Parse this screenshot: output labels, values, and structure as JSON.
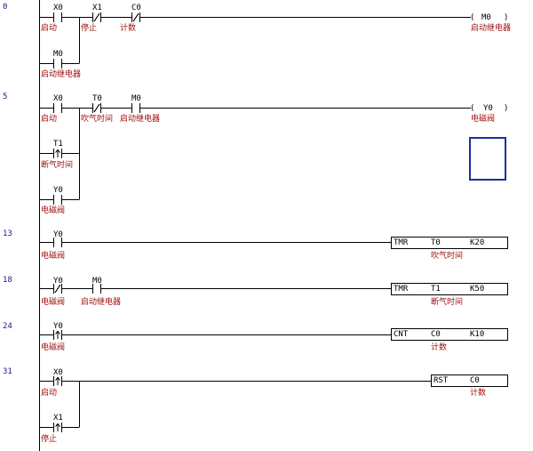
{
  "steps": [
    "0",
    "5",
    "13",
    "18",
    "24",
    "31"
  ],
  "rung0": {
    "x0": {
      "device": "X0",
      "comment": "启动"
    },
    "x1": {
      "device": "X1",
      "comment": "停止"
    },
    "c0": {
      "device": "C0",
      "comment": "计数"
    },
    "m0_contact": {
      "device": "M0",
      "comment": "启动继电器"
    },
    "coil": {
      "device": "M0",
      "comment": "启动继电器"
    }
  },
  "rung5": {
    "x0": {
      "device": "X0",
      "comment": "启动"
    },
    "t0": {
      "device": "T0",
      "comment": "吹气时间"
    },
    "m0": {
      "device": "M0",
      "comment": "启动继电器"
    },
    "t1": {
      "device": "T1",
      "comment": "断气时间"
    },
    "y0_contact": {
      "device": "Y0",
      "comment": "电磁阀"
    },
    "coil": {
      "device": "Y0",
      "comment": "电磁阀"
    }
  },
  "rung13": {
    "y0": {
      "device": "Y0",
      "comment": "电磁阀"
    },
    "instr": {
      "op": "TMR",
      "arg1": "T0",
      "arg2": "K20",
      "comment": "吹气时间"
    }
  },
  "rung18": {
    "y0": {
      "device": "Y0",
      "comment": "电磁阀"
    },
    "m0": {
      "device": "M0",
      "comment": "启动继电器"
    },
    "instr": {
      "op": "TMR",
      "arg1": "T1",
      "arg2": "K50",
      "comment": "断气时间"
    }
  },
  "rung24": {
    "y0": {
      "device": "Y0",
      "comment": "电磁阀"
    },
    "instr": {
      "op": "CNT",
      "arg1": "C0",
      "arg2": "K10",
      "comment": "计数"
    }
  },
  "rung31": {
    "x0": {
      "device": "X0",
      "comment": "启动"
    },
    "x1": {
      "device": "X1",
      "comment": "停止"
    },
    "instr": {
      "op": "RST",
      "arg1": "C0",
      "comment": "计数"
    }
  },
  "colors": {
    "line": "#000000",
    "step": "#1a1a8c",
    "cursor": "#1f2e9e",
    "comment": "#a01010"
  }
}
